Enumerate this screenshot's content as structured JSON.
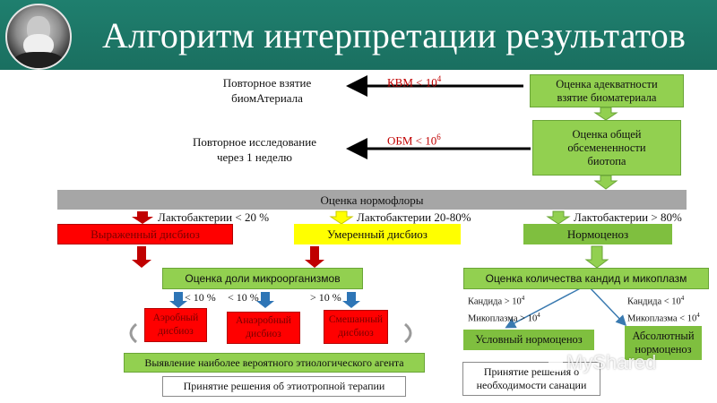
{
  "header": {
    "title": "Алгоритм интерпретации результатов"
  },
  "top": {
    "repeat_sampling": "Повторное взятие\nбиомАтериала",
    "kvm_label": "КВМ < 10",
    "kvm_exp": "4",
    "adequacy_box": "Оценка адекватности\nвзятие биоматериала",
    "repeat_study": "Повторное исследование\nчерез 1 неделю",
    "obm_label": "ОБМ < 10",
    "obm_exp": "6",
    "contamination_box": "Оценка общей\nобсемененности\nбиотопа"
  },
  "normoflora": {
    "bar": "Оценка нормофлоры",
    "lacto_low": "Лактобактерии < 20 %",
    "lacto_mid": "Лактобактерии 20-80%",
    "lacto_high": "Лактобактерии > 80%",
    "severe": "Выраженный дисбиоз",
    "moderate": "Умеренный дисбиоз",
    "normocenosis": "Нормоценоз"
  },
  "left_branch": {
    "share_box": "Оценка доли микроорганизмов",
    "pct_a": "< 10 %",
    "pct_b": "< 10 %",
    "pct_c": "> 10 %",
    "aerobic": "Аэробный\nдисбиоз",
    "anaerobic": "Анаэробный\nдисбиоз",
    "mixed": "Смешанный\nдисбиоз",
    "identify": "Выявление наиболее вероятного этиологического агента",
    "decision": "Принятие решения об этиотропной терапии"
  },
  "right_branch": {
    "candida_box": "Оценка количества кандид и микоплазм",
    "cond_candida": "Кандида > 10",
    "cond_candida_exp": "4",
    "cond_myco": "Микоплазма > 10",
    "cond_myco_exp": "4",
    "abs_candida": "Кандида < 10",
    "abs_candida_exp": "4",
    "abs_myco": "Микоплазма < 10",
    "abs_myco_exp": "4",
    "conditional": "Условный нормоценоз",
    "absolute": "Абсолютный\nнормоценоз",
    "sanation": "Принятие решения о\nнеобходимости санации"
  },
  "watermark": "MyShared",
  "colors": {
    "header": "#1a6f60",
    "green": "#92d050",
    "red": "#ff0000",
    "yellow": "#ffff00",
    "grey": "#a6a6a6",
    "arrow_dark": "#000000",
    "arrow_red": "#c00000"
  }
}
